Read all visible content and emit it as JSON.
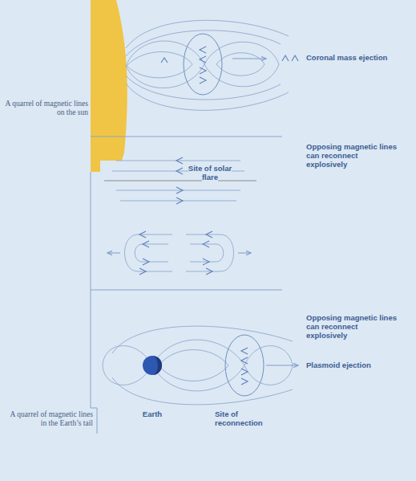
{
  "diagram": {
    "labels": [
      "Coronal mass ejection",
      "A quarrel of magnetic lines on the sun",
      "Site of solar flare",
      "Opposing magnetic lines can reconnect explosively",
      "Opposing magnetic lines can reconnect explosively",
      "Plasmoid ejection",
      "A quarrel of magnetic lines in the Earth’s tail",
      "Earth",
      "Site of reconnection"
    ]
  }
}
